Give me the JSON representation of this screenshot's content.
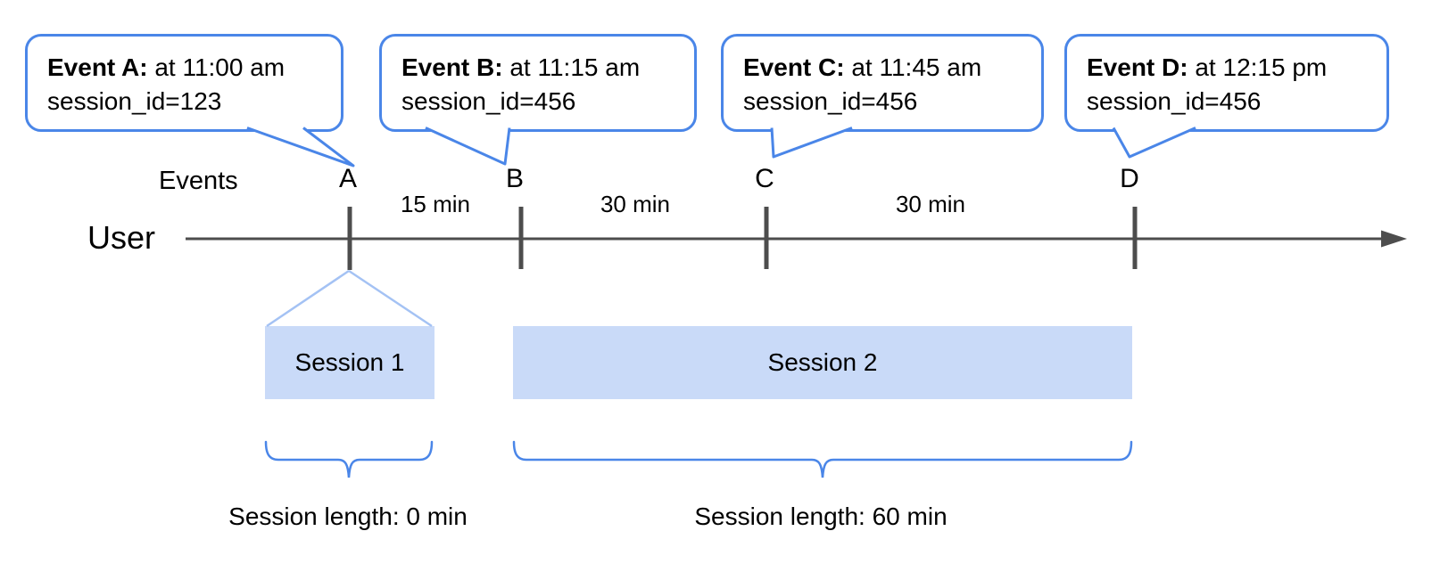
{
  "labels": {
    "events_axis": "Events",
    "user_axis": "User"
  },
  "callouts": [
    {
      "bold": "Event A:",
      "time": "at 11:00 am",
      "session": "session_id=123",
      "marker": "A"
    },
    {
      "bold": "Event B:",
      "time": "at 11:15 am",
      "session": "session_id=456",
      "marker": "B"
    },
    {
      "bold": "Event C:",
      "time": "at 11:45 am",
      "session": "session_id=456",
      "marker": "C"
    },
    {
      "bold": "Event D:",
      "time": "at 12:15 pm",
      "session": "session_id=456",
      "marker": "D"
    }
  ],
  "intervals": [
    {
      "label": "15 min"
    },
    {
      "label": "30 min"
    },
    {
      "label": "30 min"
    }
  ],
  "sessions": [
    {
      "label": "Session 1",
      "length": "Session length: 0 min"
    },
    {
      "label": "Session 2",
      "length": "Session length: 60 min"
    }
  ],
  "colors": {
    "callout_border": "#4a86e8",
    "brace_stroke": "#4a86e8",
    "session_fill": "#c9daf8",
    "funnel_stroke": "#a4c2f4",
    "axis_gray": "#4d4d4d",
    "text": "#000000"
  }
}
